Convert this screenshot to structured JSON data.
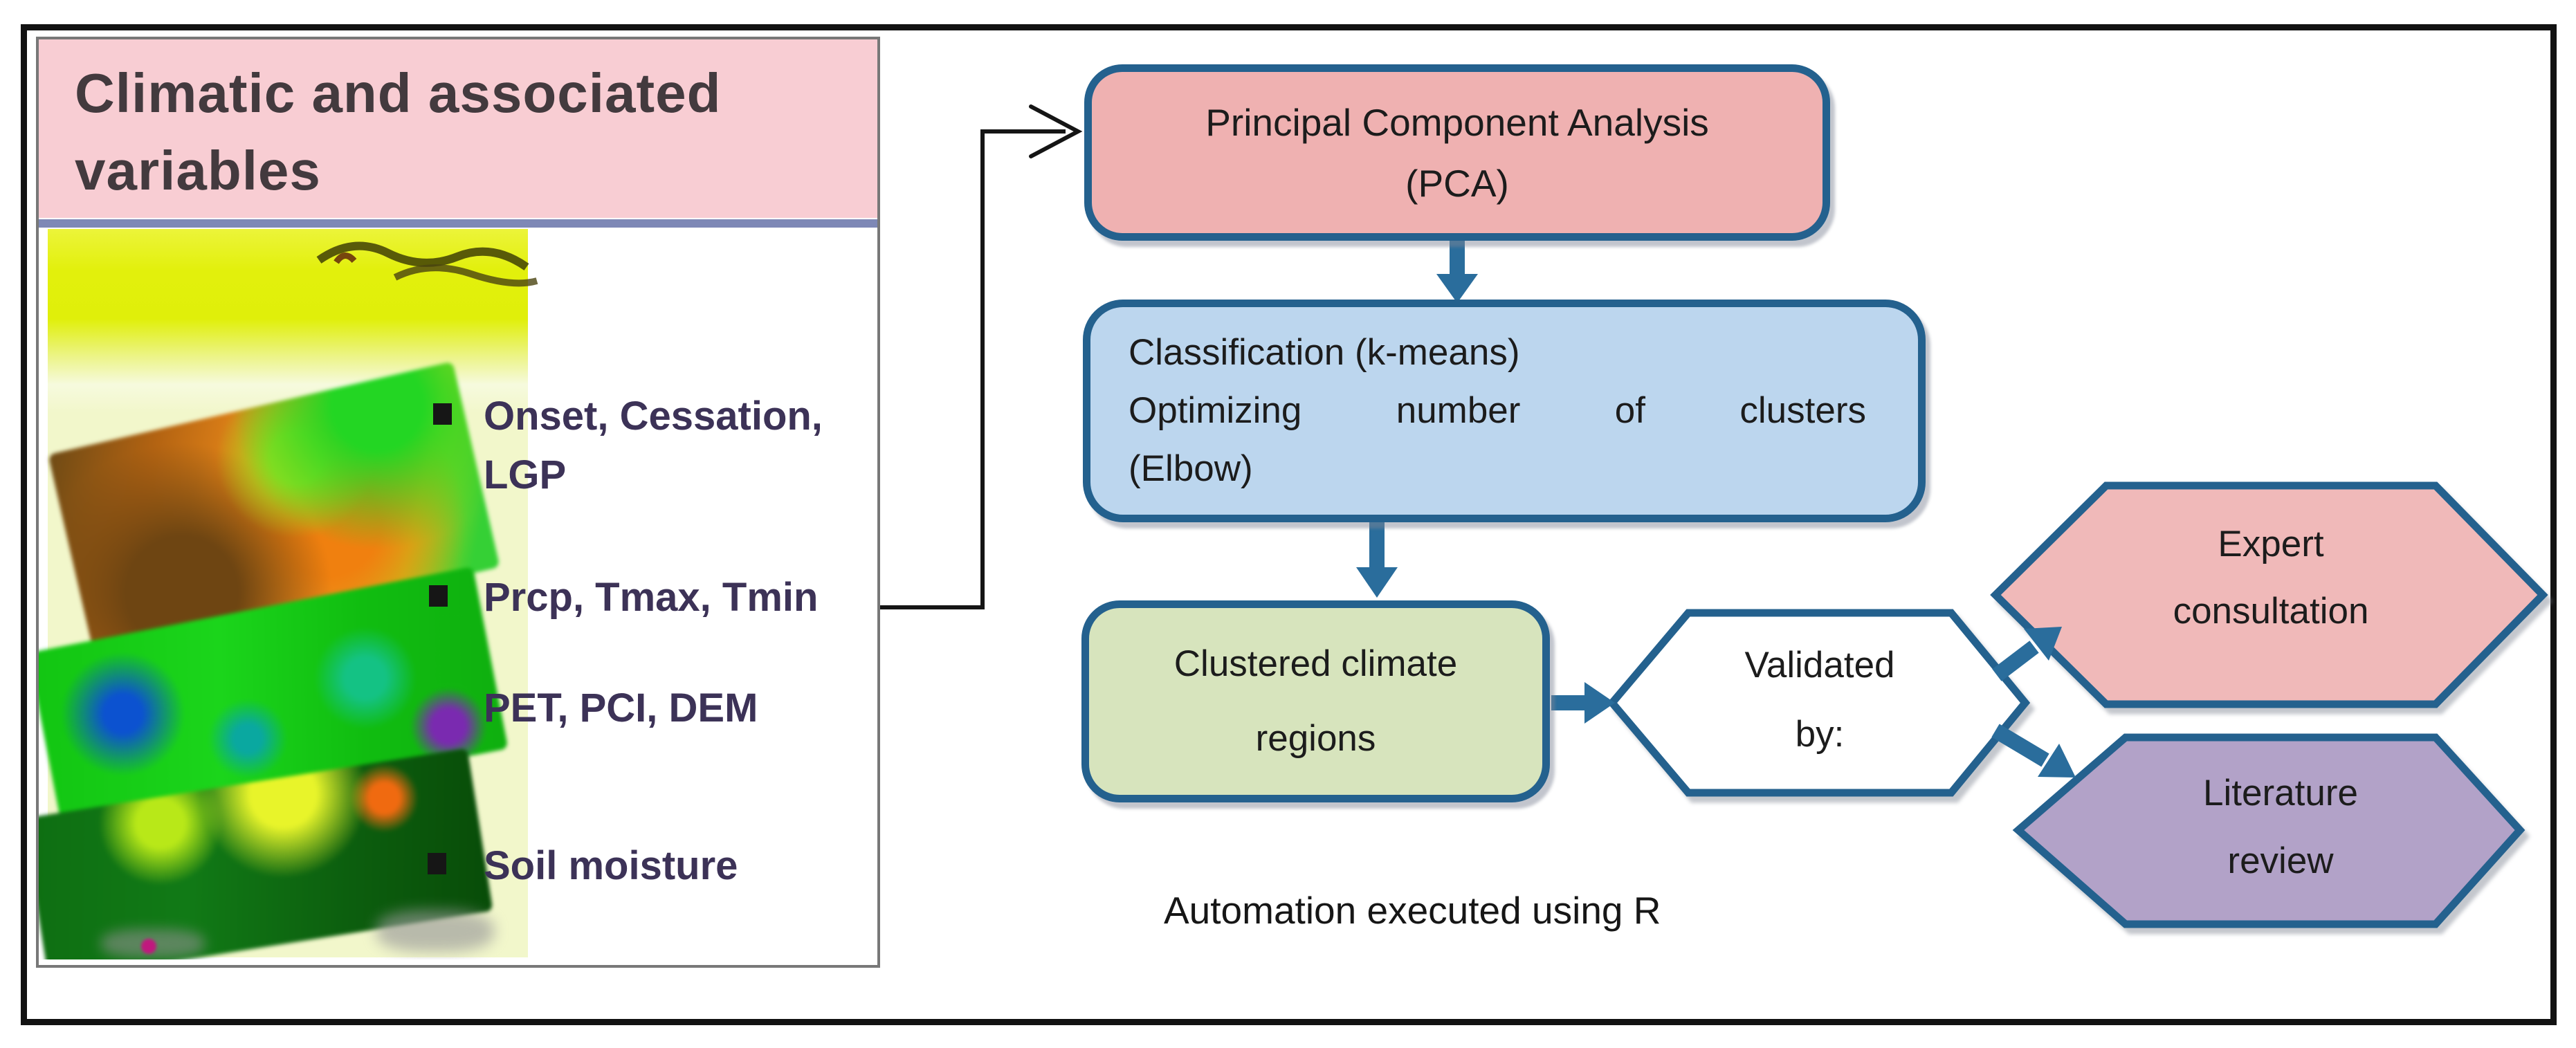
{
  "left_panel": {
    "title_line1": "Climatic and associated",
    "title_line2": "variables",
    "bullets": [
      {
        "line1": "Onset, Cessation,",
        "line2": "LGP"
      },
      {
        "line1": "Prcp, Tmax, Tmin"
      },
      {
        "line1": "PET, PCI, DEM"
      },
      {
        "line1": "Soil moisture"
      }
    ]
  },
  "flowchart": {
    "pca": {
      "line1": "Principal Component Analysis",
      "line2": "(PCA)"
    },
    "classification": {
      "line1": "Classification (k-means)",
      "line2": "Optimizing number of clusters",
      "line3": "(Elbow)"
    },
    "clustered": {
      "line1": "Clustered climate",
      "line2": "regions"
    },
    "validated": {
      "line1": "Validated",
      "line2": "by:"
    },
    "expert": {
      "line1": "Expert",
      "line2": "consultation"
    },
    "literature": {
      "line1": "Literature",
      "line2": "review"
    },
    "caption": "Automation executed using R"
  },
  "colors": {
    "node_border": "#24618e",
    "arrow_blue": "#2a6d9c",
    "connector_black": "#151515",
    "pca_fill": "#efb1b1",
    "classification_fill": "#bcd6ee",
    "clustered_fill": "#d7e4bd",
    "validated_fill": "#ffffff",
    "expert_fill": "#f0b9b9",
    "literature_fill": "#b2a2c8",
    "header_fill": "#f8cdd3",
    "bullet_text": "#3c3257"
  }
}
